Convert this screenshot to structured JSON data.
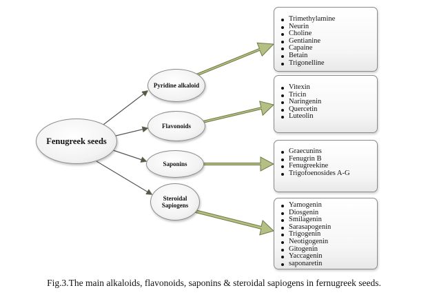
{
  "diagram": {
    "root": {
      "label": "Fenugreek seeds"
    },
    "categories": [
      {
        "label": "Pyridine alkaloid",
        "items": [
          "Trimethylamine",
          "Neurin",
          "Choline",
          "Gentianine",
          "Capaine",
          "Betain",
          "Trigonelline"
        ]
      },
      {
        "label": "Flavonoids",
        "items": [
          "Vitexin",
          "Tricin",
          "Naringenin",
          "Quercetin",
          "Luteolin"
        ]
      },
      {
        "label": "Saponins",
        "items": [
          "Graecunins",
          "Fenugrin B",
          "Fenugreekine",
          "Trigofoenosides A-G"
        ]
      },
      {
        "label": "Steroidal Sapiogens",
        "items": [
          "Yamogenin",
          "Diosgenin",
          "Smilagenin",
          "Sarasapogenin",
          "Trigogenin",
          "Neotigogenin",
          "Gitogenin",
          "Yaccagenin",
          "saponaretin"
        ]
      }
    ],
    "colors": {
      "arrow_fill": "#b4bf84",
      "arrow_stroke": "#6f7a45",
      "connector": "#555555"
    }
  },
  "caption": "Fig.3.The main alkaloids, flavonoids, saponins & steroidal sapiogens in fernugreek seeds."
}
